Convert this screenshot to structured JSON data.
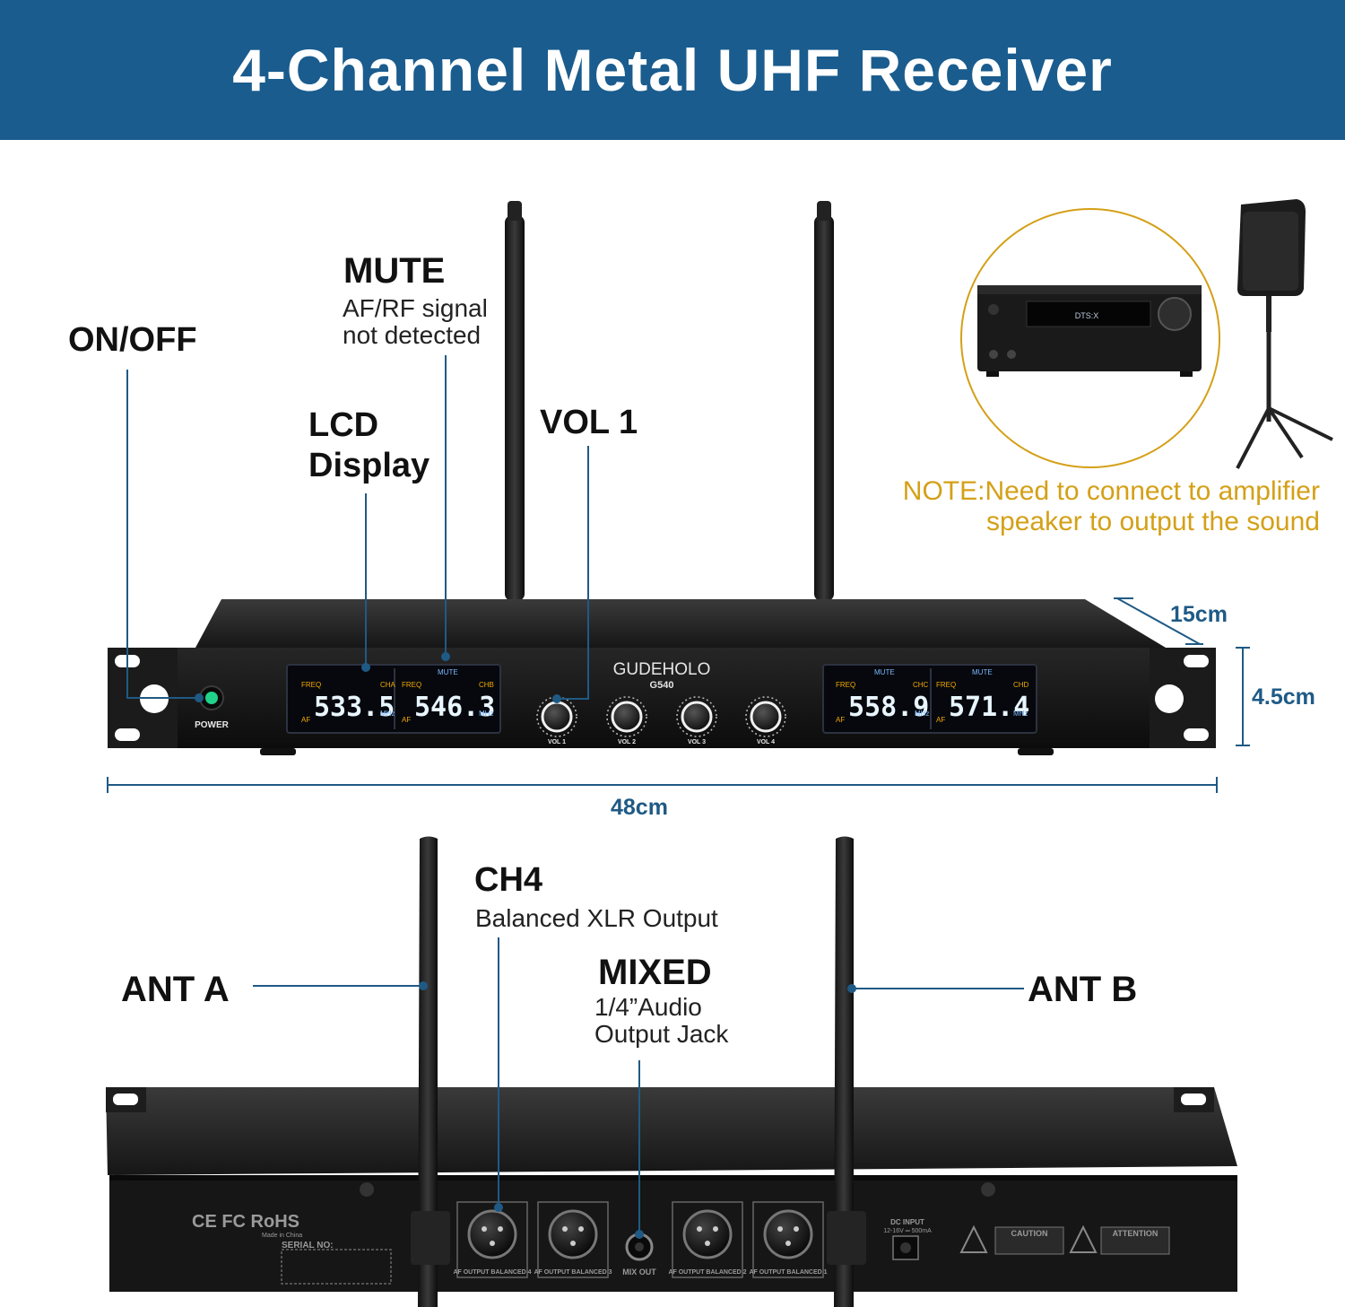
{
  "title": "4-Channel Metal UHF Receiver",
  "labels": {
    "mute": "MUTE",
    "mute_desc_1": "AF/RF signal",
    "mute_desc_2": "not detected",
    "on_off": "ON/OFF",
    "lcd_1": "LCD",
    "lcd_2": "Display",
    "vol1": "VOL 1",
    "ch4": "CH4",
    "ch4_desc": "Balanced XLR Output",
    "mixed": "MIXED",
    "mixed_desc_1": "1/4”Audio",
    "mixed_desc_2": "Output Jack",
    "ant_a": "ANT A",
    "ant_b": "ANT B"
  },
  "note": {
    "line1": "NOTE:Need to connect to amplifier",
    "line2": "speaker to output the sound"
  },
  "dimensions": {
    "depth": "15cm",
    "height": "4.5cm",
    "width": "48cm"
  },
  "device": {
    "brand": "GUDEHOLO",
    "model": "G540",
    "power": "POWER",
    "displays": [
      {
        "ch": "CHA",
        "freq": "533.5",
        "mute": ""
      },
      {
        "ch": "CHB",
        "freq": "546.3",
        "mute": "MUTE"
      },
      {
        "ch": "CHC",
        "freq": "558.9",
        "mute": "MUTE"
      },
      {
        "ch": "CHD",
        "freq": "571.4",
        "mute": "MUTE"
      }
    ],
    "freq_tag": "FREQ",
    "af_tag": "AF",
    "mhz": "MHz",
    "knobs": [
      "VOL 1",
      "VOL 2",
      "VOL 3",
      "VOL 4"
    ]
  },
  "back": {
    "cert": "CE FC RoHS",
    "made_in": "Made in China",
    "serial": "SERIAL NO:",
    "outputs": [
      "AF OUTPUT BALANCED 4",
      "AF OUTPUT BALANCED 3",
      "MIX OUT",
      "AF OUTPUT BALANCED 2",
      "AF OUTPUT BALANCED 1"
    ],
    "dc_input_1": "DC INPUT",
    "dc_input_2": "12-16V ═ 500mA",
    "caution": "CAUTION",
    "attention": "ATTENTION"
  },
  "amp_display": "DTS:X"
}
